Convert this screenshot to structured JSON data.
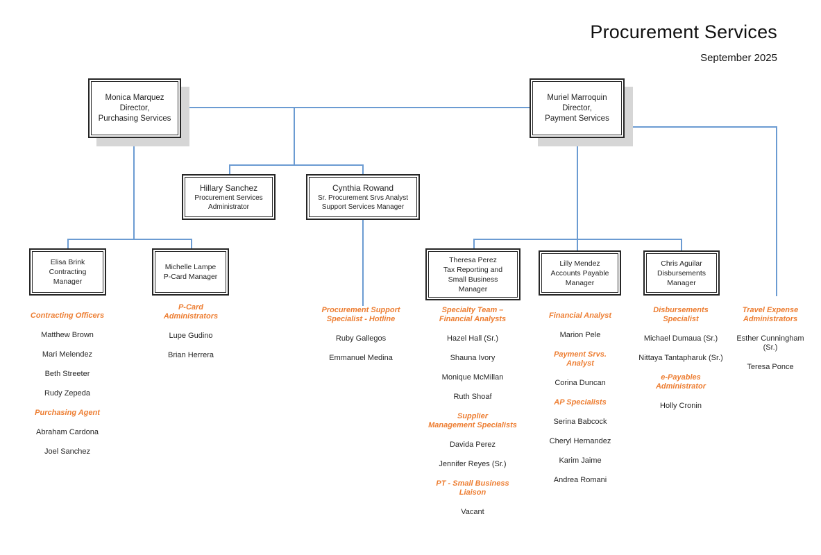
{
  "header": {
    "title": "Procurement Services",
    "date": "September 2025"
  },
  "colors": {
    "accent_orange": "#ED7D31",
    "line_blue": "#6B9BD2",
    "shadow_gray": "#D6D6D6"
  },
  "boxes": [
    {
      "id": "director-purchasing",
      "lines": [
        "Monica Marquez",
        "Director,",
        "Purchasing Services"
      ]
    },
    {
      "id": "director-payment",
      "lines": [
        "Muriel Marroquin",
        "Director,",
        "Payment Services"
      ]
    },
    {
      "id": "procurement-administrator",
      "lines": [
        "Hillary Sanchez",
        "Procurement Services",
        "Administrator"
      ]
    },
    {
      "id": "support-services-manager",
      "lines": [
        "Cynthia Rowand",
        "Sr. Procurement Srvs Analyst",
        "Support Services Manager"
      ]
    },
    {
      "id": "contracting-manager",
      "lines": [
        "Elisa Brink",
        "Contracting",
        "Manager"
      ]
    },
    {
      "id": "pcard-manager",
      "lines": [
        "Michelle Lampe",
        "P-Card Manager"
      ]
    },
    {
      "id": "tax-small-business-manager",
      "lines": [
        "Theresa Perez",
        "Tax Reporting and",
        "Small Business",
        "Manager"
      ]
    },
    {
      "id": "accounts-payable-manager",
      "lines": [
        "Lilly Mendez",
        "Accounts Payable",
        "Manager"
      ]
    },
    {
      "id": "disbursements-manager",
      "lines": [
        "Chris Aguilar",
        "Disbursements",
        "Manager"
      ]
    }
  ],
  "columns": [
    {
      "id": "contracting-purchasing",
      "sections": [
        {
          "heading": "Contracting Officers",
          "members": [
            "Matthew Brown",
            "Mari Melendez",
            "Beth Streeter",
            "Rudy Zepeda"
          ]
        },
        {
          "heading": "Purchasing Agent",
          "members": [
            "Abraham Cardona",
            "Joel Sanchez"
          ]
        }
      ]
    },
    {
      "id": "pcard-admins",
      "sections": [
        {
          "heading": "P-Card\nAdministrators",
          "members": [
            "Lupe Gudino",
            "Brian Herrera"
          ]
        }
      ]
    },
    {
      "id": "hotline",
      "sections": [
        {
          "heading": "Procurement Support\nSpecialist - Hotline",
          "members": [
            "Ruby Gallegos",
            "Emmanuel Medina"
          ]
        }
      ]
    },
    {
      "id": "specialty-supplier",
      "sections": [
        {
          "heading": "Specialty Team –\nFinancial Analysts",
          "members": [
            "Hazel Hall (Sr.)",
            "Shauna Ivory",
            "Monique McMillan",
            "Ruth Shoaf"
          ]
        },
        {
          "heading": "Supplier\nManagement Specialists",
          "members": [
            "Davida Perez",
            "Jennifer Reyes (Sr.)"
          ]
        },
        {
          "heading": "PT - Small Business\nLiaison",
          "members": [
            "Vacant"
          ]
        }
      ]
    },
    {
      "id": "financial-ap",
      "sections": [
        {
          "heading": "Financial Analyst",
          "members": [
            "Marion Pele"
          ]
        },
        {
          "heading": "Payment Srvs.\nAnalyst",
          "members": [
            "Corina Duncan"
          ]
        },
        {
          "heading": "AP Specialists",
          "members": [
            "Serina Babcock",
            "Cheryl Hernandez",
            "Karim Jaime",
            "Andrea Romani"
          ]
        }
      ]
    },
    {
      "id": "disbursements-epayables",
      "sections": [
        {
          "heading": "Disbursements\nSpecialist",
          "members": [
            "Michael Dumaua (Sr.)",
            "Nittaya Tantapharuk (Sr.)"
          ]
        },
        {
          "heading": "e-Payables\nAdministrator",
          "members": [
            "Holly Cronin"
          ]
        }
      ]
    },
    {
      "id": "travel-expense",
      "sections": [
        {
          "heading": "Travel Expense\nAdministrators",
          "members": [
            "Esther Cunningham\n(Sr.)",
            "Teresa Ponce"
          ]
        }
      ]
    }
  ]
}
